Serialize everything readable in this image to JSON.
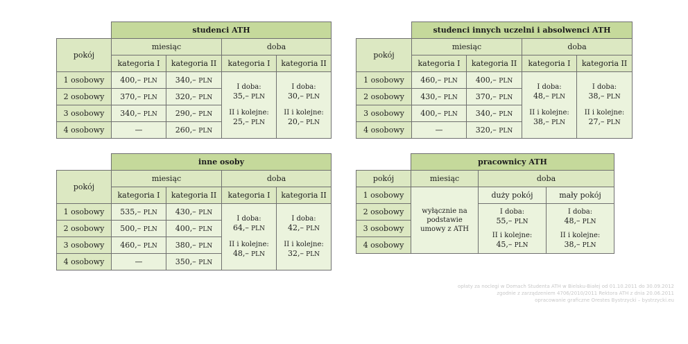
{
  "tables": {
    "t1": {
      "title": "studenci ATH",
      "pokoj": "pokój",
      "miesiac": "miesiąc",
      "doba": "doba",
      "kat1": "kategoria I",
      "kat2": "kategoria II",
      "rows": [
        {
          "room": "1 osobowy",
          "k1": "400,–",
          "k2": "340,–"
        },
        {
          "room": "2 osobowy",
          "k1": "370,–",
          "k2": "320,–"
        },
        {
          "room": "3 osobowy",
          "k1": "340,–",
          "k2": "290,–"
        },
        {
          "room": "4 osobowy",
          "k1": "—",
          "k2": "260,–"
        }
      ],
      "doba_k1": {
        "first_label": "I doba:",
        "first_value": "35,–",
        "next_label": "II i kolejne:",
        "next_value": "25,–"
      },
      "doba_k2": {
        "first_label": "I doba:",
        "first_value": "30,–",
        "next_label": "II i kolejne:",
        "next_value": "20,–"
      }
    },
    "t2": {
      "title": "studenci innych uczelni i absolwenci ATH",
      "pokoj": "pokój",
      "miesiac": "miesiąc",
      "doba": "doba",
      "kat1": "kategoria I",
      "kat2": "kategoria II",
      "rows": [
        {
          "room": "1 osobowy",
          "k1": "460,–",
          "k2": "400,–"
        },
        {
          "room": "2 osobowy",
          "k1": "430,–",
          "k2": "370,–"
        },
        {
          "room": "3 osobowy",
          "k1": "400,–",
          "k2": "340,–"
        },
        {
          "room": "4 osobowy",
          "k1": "—",
          "k2": "320,–"
        }
      ],
      "doba_k1": {
        "first_label": "I doba:",
        "first_value": "48,–",
        "next_label": "II i kolejne:",
        "next_value": "38,–"
      },
      "doba_k2": {
        "first_label": "I doba:",
        "first_value": "38,–",
        "next_label": "II i kolejne:",
        "next_value": "27,–"
      }
    },
    "t3": {
      "title": "inne osoby",
      "pokoj": "pokój",
      "miesiac": "miesiąc",
      "doba": "doba",
      "kat1": "kategoria I",
      "kat2": "kategoria II",
      "rows": [
        {
          "room": "1 osobowy",
          "k1": "535,–",
          "k2": "430,–"
        },
        {
          "room": "2 osobowy",
          "k1": "500,–",
          "k2": "400,–"
        },
        {
          "room": "3 osobowy",
          "k1": "460,–",
          "k2": "380,–"
        },
        {
          "room": "4 osobowy",
          "k1": "—",
          "k2": "350,–"
        }
      ],
      "doba_k1": {
        "first_label": "I doba:",
        "first_value": "64,–",
        "next_label": "II i kolejne:",
        "next_value": "48,–"
      },
      "doba_k2": {
        "first_label": "I doba:",
        "first_value": "42,–",
        "next_label": "II i kolejne:",
        "next_value": "32,–"
      }
    },
    "t4": {
      "title": "pracownicy ATH",
      "pokoj": "pokój",
      "miesiac": "miesiąc",
      "doba": "doba",
      "duzy": "duży pokój",
      "maly": "mały pokój",
      "rooms": [
        "1 osobowy",
        "2 osobowy",
        "3 osobowy",
        "4 osobowy"
      ],
      "miesiac_note": "wyłącznie na podstawie umowy z ATH",
      "doba_duzy": {
        "first_label": "I doba:",
        "first_value": "55,–",
        "next_label": "II i kolejne:",
        "next_value": "45,–"
      },
      "doba_maly": {
        "first_label": "I doba:",
        "first_value": "48,–",
        "next_label": "II i kolejne:",
        "next_value": "38,–"
      }
    }
  },
  "currency": "PLN",
  "footer": {
    "line1": "opłaty za noclegi w Domach Studenta ATH w Bielsku-Białej od 01.10.2011 do 30.09.2012",
    "line2": "zgodnie z zarządzeniem 4706/2010/2011 Rektora ATH z dnia 20.06.2011",
    "line3": "opracowanie graficzne Orestes Bystrzycki – bystrzycki.eu"
  }
}
